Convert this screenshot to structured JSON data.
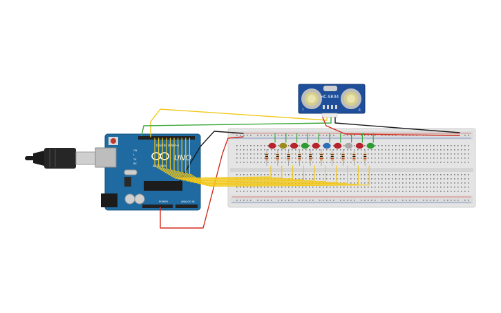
{
  "sensor": {
    "model": "HC-SR04",
    "pin_t": "T",
    "pin_r": "R"
  },
  "arduino": {
    "board_label": "UNO",
    "brand": "ARDUINO",
    "digital_label": "DIGITAL (PWM~)",
    "power_label": "POWER",
    "analog_label": "ANALOG IN",
    "on_label": "ON",
    "tx_label": "TX",
    "rx_label": "RX",
    "l_label": "L"
  },
  "leds": [
    {
      "name": "led-1",
      "color": "#b8232b"
    },
    {
      "name": "led-2",
      "color": "#9c8a1e"
    },
    {
      "name": "led-3",
      "color": "#b8232b"
    },
    {
      "name": "led-4",
      "color": "#2d9b2f"
    },
    {
      "name": "led-5",
      "color": "#b8232b"
    },
    {
      "name": "led-6",
      "color": "#2c6fb8"
    },
    {
      "name": "led-7",
      "color": "#b8232b"
    },
    {
      "name": "led-8",
      "color": "#a9a9a9"
    },
    {
      "name": "led-9",
      "color": "#b8232b"
    },
    {
      "name": "led-10",
      "color": "#2d9b2f"
    }
  ],
  "wire_colors": {
    "signal": "#f2c81a",
    "ground": "#1a1a1a",
    "power": "#d42a1c",
    "trigger": "#3aa83a",
    "led_leg": "#3aa83a"
  }
}
